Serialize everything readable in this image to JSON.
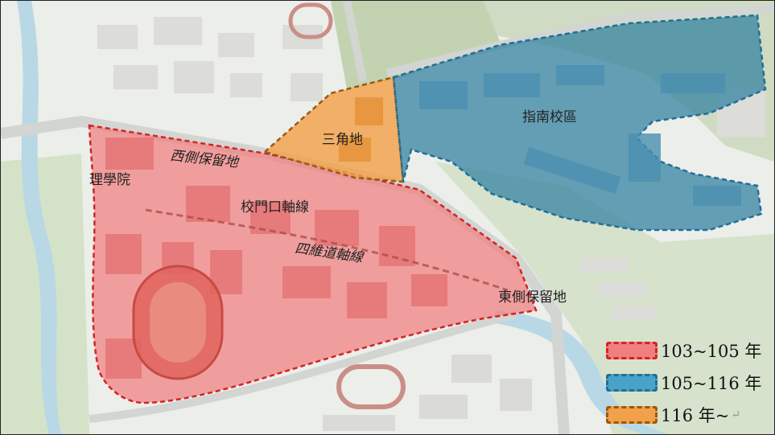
{
  "zones": [
    {
      "id": "zone-103-105",
      "name": "",
      "fill": "#f08080",
      "stroke": "#d42424"
    },
    {
      "id": "zone-105-116",
      "name": "指南校區",
      "fill": "#2f7fa0",
      "stroke": "#1f6f98"
    },
    {
      "id": "zone-116",
      "name": "三角地",
      "fill": "#f2a14a",
      "stroke": "#9a5a12"
    }
  ],
  "labels": {
    "science_college": "理學院",
    "west_reserve": "西側保留地",
    "gate_axis": "校門口軸線",
    "siwei_axis": "四維道軸線",
    "east_reserve": "東側保留地",
    "triangle": "三角地",
    "zhinan_campus": "指南校區"
  },
  "legend": [
    {
      "label": "103~105 年",
      "fill": "#f08080",
      "border": "#d42424"
    },
    {
      "label": "105~116 年",
      "fill": "#4aa3c6",
      "border": "#1f6f98"
    },
    {
      "label": "116 年~",
      "fill": "#f2a14a",
      "border": "#9a5a12",
      "mark": "↵"
    }
  ],
  "colors": {
    "road": "#cfd2d0",
    "green": "#c8d8bc",
    "river": "#b9d9e6",
    "building": "#d6d6d2",
    "forest": "#8ea57a"
  }
}
